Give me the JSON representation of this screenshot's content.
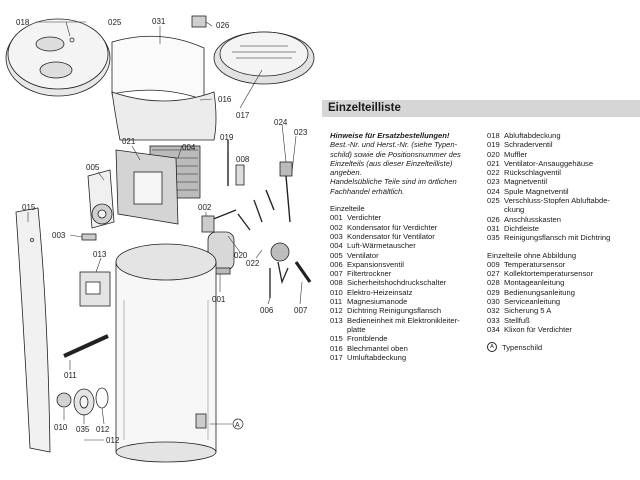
{
  "callouts": {
    "c018": "018",
    "c025": "025",
    "c031": "031",
    "c026": "026",
    "c016": "016",
    "c017": "017",
    "c021": "021",
    "c004": "004",
    "c019": "019",
    "c008": "008",
    "c024": "024",
    "c023": "023",
    "c005": "005",
    "c015": "015",
    "c003": "003",
    "c002": "002",
    "c020": "020",
    "c022": "022",
    "c013": "013",
    "c001": "001",
    "c006": "006",
    "c007": "007",
    "c011": "011",
    "c010": "010",
    "c035": "035",
    "c012a": "012",
    "c012b": "012",
    "cA": "A"
  },
  "parts_list": {
    "title": "Einzelteilliste",
    "note_title": "Hinweise für Ersatzbestellungen!",
    "note_lines": [
      "Best.-Nr. und Herst.-Nr. (siehe Typen-",
      "schild) sowie die Positionsnummer des",
      "Einzelteils (aus dieser Einzelteilliste)",
      "angeben.",
      "Handelsübliche Teile sind im örtlichen",
      "Fachhandel erhältlich."
    ],
    "section1_heading": "Einzelteile",
    "section1": [
      {
        "num": "001",
        "label": "Verdichter"
      },
      {
        "num": "002",
        "label": "Kondensator für Verdichter"
      },
      {
        "num": "003",
        "label": "Kondensator für Ventilator"
      },
      {
        "num": "004",
        "label": "Luft-Wärmetauscher"
      },
      {
        "num": "005",
        "label": "Ventilator"
      },
      {
        "num": "006",
        "label": "Expansionsventil"
      },
      {
        "num": "007",
        "label": "Filtertrockner"
      },
      {
        "num": "008",
        "label": "Sicherheitshochdruckschalter"
      },
      {
        "num": "010",
        "label": "Elektro-Heizeinsatz"
      },
      {
        "num": "011",
        "label": "Magnesiumanode"
      },
      {
        "num": "012",
        "label": "Dichtring Reinigungsflansch"
      },
      {
        "num": "013",
        "label": "Bedieneinheit mit Elektronikleiter-"
      },
      {
        "num": "",
        "label": "platte"
      },
      {
        "num": "015",
        "label": "Frontblende"
      },
      {
        "num": "016",
        "label": "Blechmantel oben"
      },
      {
        "num": "017",
        "label": "Umluftabdeckung"
      }
    ],
    "section_right_top": [
      {
        "num": "018",
        "label": "Abluftabdeckung"
      },
      {
        "num": "019",
        "label": "Schraderventil"
      },
      {
        "num": "020",
        "label": "Muffler"
      },
      {
        "num": "021",
        "label": "Ventilator-Ansauggehäuse"
      },
      {
        "num": "022",
        "label": "Rückschlagventil"
      },
      {
        "num": "023",
        "label": "Magnetventil"
      },
      {
        "num": "024",
        "label": "Spule Magnetventil"
      },
      {
        "num": "025",
        "label": "Verschluss-Stopfen Abluftabde-"
      },
      {
        "num": "",
        "label": "ckung"
      },
      {
        "num": "026",
        "label": "Anschlusskasten"
      },
      {
        "num": "031",
        "label": "Dichtleiste"
      },
      {
        "num": "035",
        "label": "Reinigungsflansch mit Dichtring"
      }
    ],
    "section2_heading": "Einzelteile ohne Abbildung",
    "section2": [
      {
        "num": "009",
        "label": "Temperatursensor"
      },
      {
        "num": "027",
        "label": "Kollektortemperatursensor"
      },
      {
        "num": "028",
        "label": "Montageanleitung"
      },
      {
        "num": "029",
        "label": "Bedienungsanleitung"
      },
      {
        "num": "030",
        "label": "Serviceanleitung"
      },
      {
        "num": "032",
        "label": "Sicherung 5 A"
      },
      {
        "num": "033",
        "label": "Stellfuß"
      },
      {
        "num": "034",
        "label": "Klixon für Verdichter"
      }
    ],
    "legend_symbol": "A",
    "legend_label": "Typenschild"
  }
}
